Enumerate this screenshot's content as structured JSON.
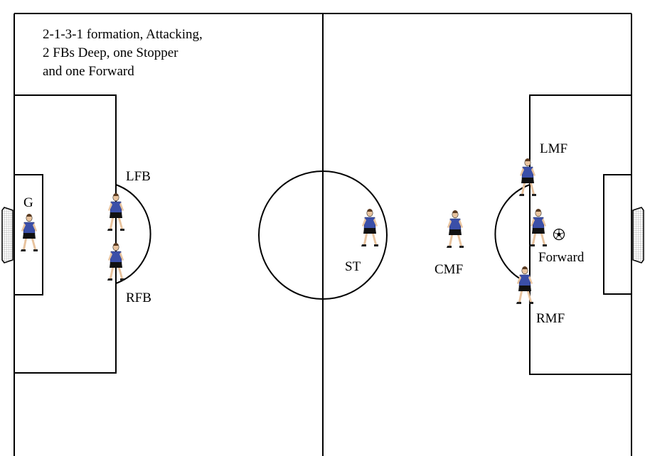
{
  "title_lines": [
    "2-1-3-1 formation, Attacking,",
    "2 FBs Deep, one Stopper",
    "and one Forward"
  ],
  "positions": [
    {
      "id": "g",
      "label": "G"
    },
    {
      "id": "lfb",
      "label": "LFB"
    },
    {
      "id": "rfb",
      "label": "RFB"
    },
    {
      "id": "st",
      "label": "ST"
    },
    {
      "id": "cmf",
      "label": "CMF"
    },
    {
      "id": "lmf",
      "label": "LMF"
    },
    {
      "id": "fwd",
      "label": "Forward"
    },
    {
      "id": "rmf",
      "label": "RMF"
    }
  ],
  "colors": {
    "field_lines": "#000000",
    "jersey": "#3b4fa8",
    "shorts": "#111111",
    "skin": "#e8c39e",
    "net": "#888888"
  }
}
